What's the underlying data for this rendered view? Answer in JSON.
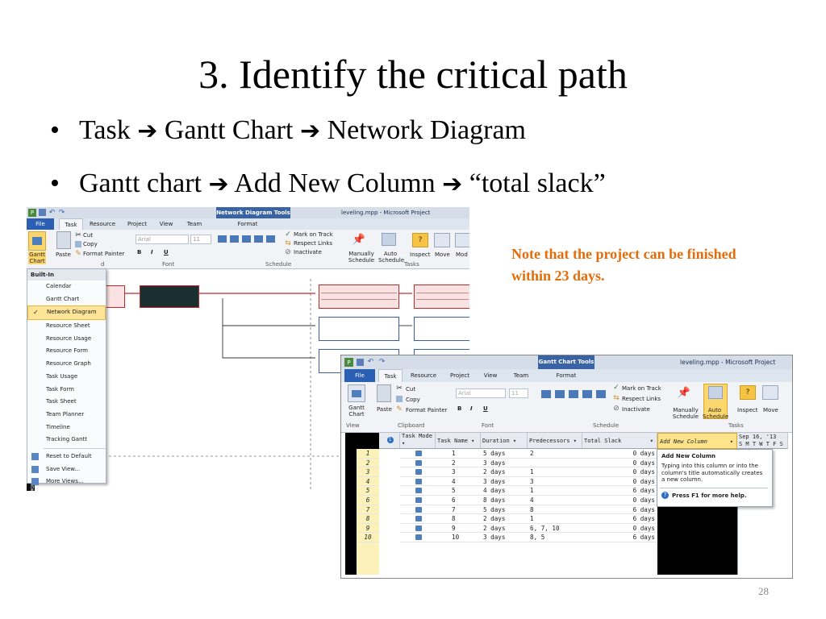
{
  "slide": {
    "title": "3. Identify the critical path",
    "bullets": [
      {
        "parts": [
          "Task",
          "Gantt Chart",
          "Network Diagram"
        ]
      },
      {
        "parts": [
          "Gantt chart",
          "Add New Column",
          "“total slack”"
        ]
      }
    ],
    "arrow_glyph": "➔",
    "bullet_glyph": "•",
    "note": "Note that the project can be finished within 23 days.",
    "page_number": "28",
    "note_color": "#e46c0a"
  },
  "shot1": {
    "context_tab": "Network Diagram Tools",
    "window_title": "leveling.mpp - Microsoft Project",
    "tabs": [
      "File",
      "Task",
      "Resource",
      "Project",
      "View",
      "Team",
      "Format"
    ],
    "ribbon": {
      "cut": "Cut",
      "copy": "Copy",
      "format_painter": "Format Painter",
      "gantt_chart": "Gantt Chart",
      "paste": "Paste",
      "mark_on_track": "Mark on Track",
      "respect_links": "Respect Links",
      "inactivate": "Inactivate",
      "manually_schedule": "Manually Schedule",
      "auto_schedule": "Auto Schedule",
      "inspect": "Inspect",
      "move": "Move",
      "mode": "Mod",
      "groups": [
        "d",
        "Font",
        "Schedule",
        "Tasks"
      ],
      "font_name": "Arial",
      "font_size": "11"
    },
    "menu": {
      "header": "Built-In",
      "items": [
        "Calendar",
        "Gantt Chart",
        "Network Diagram",
        "Resource Sheet",
        "Resource Usage",
        "Resource Form",
        "Resource Graph",
        "Task Usage",
        "Task Form",
        "Task Sheet",
        "Team Planner",
        "Timeline",
        "Tracking Gantt"
      ],
      "selected": "Network Diagram",
      "footer": [
        "Reset to Default",
        "Save View...",
        "More Views..."
      ]
    },
    "side_label": "Netwo"
  },
  "shot2": {
    "context_tab": "Gantt Chart Tools",
    "window_title": "leveling.mpp - Microsoft Project",
    "tabs": [
      "File",
      "Task",
      "Resource",
      "Project",
      "View",
      "Team",
      "Format"
    ],
    "ribbon": {
      "gantt_chart": "Gantt Chart",
      "paste": "Paste",
      "cut": "Cut",
      "copy": "Copy",
      "format_painter": "Format Painter",
      "mark_on_track": "Mark on Track",
      "respect_links": "Respect Links",
      "inactivate": "Inactivate",
      "manually_schedule": "Manually Schedule",
      "auto_schedule": "Auto Schedule",
      "inspect": "Inspect",
      "move": "Move",
      "groups": [
        "View",
        "Clipboard",
        "Font",
        "Schedule",
        "Tasks"
      ],
      "font_name": "Arial",
      "font_size": "11"
    },
    "columns": [
      "Task Mode",
      "Task Name",
      "Duration",
      "Predecessors",
      "Total Slack",
      "Add New Column"
    ],
    "timescale": "Sep 16, '13",
    "timescale_days": "S M T W T F S",
    "rows": [
      {
        "id": "1",
        "name": "1",
        "duration": "5 days",
        "pred": "2",
        "slack": "0 days"
      },
      {
        "id": "2",
        "name": "2",
        "duration": "3 days",
        "pred": "",
        "slack": "0 days"
      },
      {
        "id": "3",
        "name": "3",
        "duration": "2 days",
        "pred": "1",
        "slack": "0 days"
      },
      {
        "id": "4",
        "name": "4",
        "duration": "3 days",
        "pred": "3",
        "slack": "0 days"
      },
      {
        "id": "5",
        "name": "5",
        "duration": "4 days",
        "pred": "1",
        "slack": "6 days"
      },
      {
        "id": "6",
        "name": "6",
        "duration": "8 days",
        "pred": "4",
        "slack": "0 days"
      },
      {
        "id": "7",
        "name": "7",
        "duration": "5 days",
        "pred": "8",
        "slack": "6 days"
      },
      {
        "id": "8",
        "name": "8",
        "duration": "2 days",
        "pred": "1",
        "slack": "6 days"
      },
      {
        "id": "9",
        "name": "9",
        "duration": "2 days",
        "pred": "6, 7, 10",
        "slack": "0 days"
      },
      {
        "id": "10",
        "name": "10",
        "duration": "3 days",
        "pred": "8, 5",
        "slack": "6 days"
      }
    ],
    "tooltip": {
      "title": "Add New Column",
      "body": "Typing into this column or into the column's title automatically creates a new column.",
      "help": "Press F1 for more help."
    }
  }
}
